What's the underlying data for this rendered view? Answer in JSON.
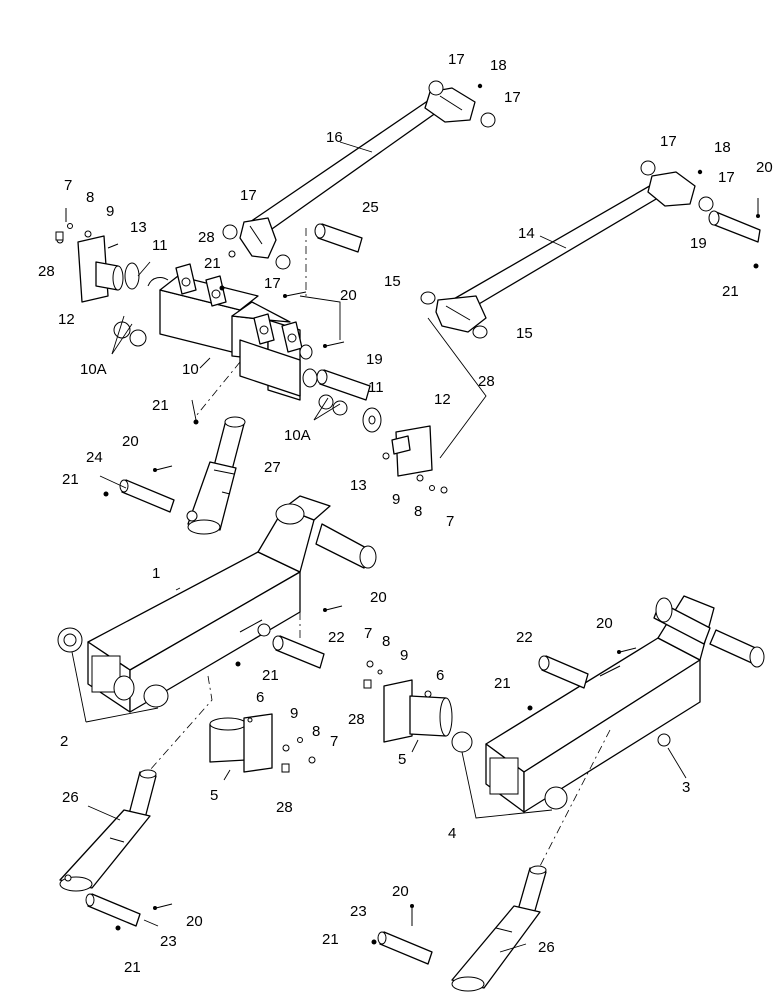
{
  "labels": [
    {
      "id": "c17a",
      "text": "17"
    },
    {
      "id": "c18a",
      "text": "18"
    },
    {
      "id": "c17b",
      "text": "17"
    },
    {
      "id": "c16",
      "text": "16"
    },
    {
      "id": "c17c",
      "text": "17"
    },
    {
      "id": "c18b",
      "text": "18"
    },
    {
      "id": "c20a",
      "text": "20"
    },
    {
      "id": "c17d",
      "text": "17"
    },
    {
      "id": "c7a",
      "text": "7"
    },
    {
      "id": "c8a",
      "text": "8"
    },
    {
      "id": "c9a",
      "text": "9"
    },
    {
      "id": "c17e",
      "text": "17"
    },
    {
      "id": "c25",
      "text": "25"
    },
    {
      "id": "c13a",
      "text": "13"
    },
    {
      "id": "c28a",
      "text": "28"
    },
    {
      "id": "c14",
      "text": "14"
    },
    {
      "id": "c19a",
      "text": "19"
    },
    {
      "id": "c28b",
      "text": "28"
    },
    {
      "id": "c11a",
      "text": "11"
    },
    {
      "id": "c21a",
      "text": "21"
    },
    {
      "id": "c17f",
      "text": "17"
    },
    {
      "id": "c21b",
      "text": "21"
    },
    {
      "id": "c15a",
      "text": "15"
    },
    {
      "id": "c20b",
      "text": "20"
    },
    {
      "id": "c12a",
      "text": "12"
    },
    {
      "id": "c15b",
      "text": "15"
    },
    {
      "id": "c10a1",
      "text": "10A"
    },
    {
      "id": "c10",
      "text": "10"
    },
    {
      "id": "c28c",
      "text": "28"
    },
    {
      "id": "c19b",
      "text": "19"
    },
    {
      "id": "c11b",
      "text": "11"
    },
    {
      "id": "c12b",
      "text": "12"
    },
    {
      "id": "c21c",
      "text": "21"
    },
    {
      "id": "c10a2",
      "text": "10A"
    },
    {
      "id": "c20c",
      "text": "20"
    },
    {
      "id": "c27",
      "text": "27"
    },
    {
      "id": "c24",
      "text": "24"
    },
    {
      "id": "c13b",
      "text": "13"
    },
    {
      "id": "c21d",
      "text": "21"
    },
    {
      "id": "c9b",
      "text": "9"
    },
    {
      "id": "c8b",
      "text": "8"
    },
    {
      "id": "c7b",
      "text": "7"
    },
    {
      "id": "c1",
      "text": "1"
    },
    {
      "id": "c20d",
      "text": "20"
    },
    {
      "id": "c22a",
      "text": "22"
    },
    {
      "id": "c20e",
      "text": "20"
    },
    {
      "id": "c7c",
      "text": "7"
    },
    {
      "id": "c8c",
      "text": "8"
    },
    {
      "id": "c22b",
      "text": "22"
    },
    {
      "id": "c9c",
      "text": "9"
    },
    {
      "id": "c6a",
      "text": "6"
    },
    {
      "id": "c21e",
      "text": "21"
    },
    {
      "id": "c21f",
      "text": "21"
    },
    {
      "id": "c28d",
      "text": "28"
    },
    {
      "id": "c2",
      "text": "2"
    },
    {
      "id": "c6b",
      "text": "6"
    },
    {
      "id": "c9d",
      "text": "9"
    },
    {
      "id": "c8d",
      "text": "8"
    },
    {
      "id": "c5a",
      "text": "5"
    },
    {
      "id": "c7d",
      "text": "7"
    },
    {
      "id": "c5b",
      "text": "5"
    },
    {
      "id": "c3",
      "text": "3"
    },
    {
      "id": "c28e",
      "text": "28"
    },
    {
      "id": "c4",
      "text": "4"
    },
    {
      "id": "c26a",
      "text": "26"
    },
    {
      "id": "c20f",
      "text": "20"
    },
    {
      "id": "c23a",
      "text": "23"
    },
    {
      "id": "c20g",
      "text": "20"
    },
    {
      "id": "c23b",
      "text": "23"
    },
    {
      "id": "c21g",
      "text": "21"
    },
    {
      "id": "c26b",
      "text": "26"
    },
    {
      "id": "c21h",
      "text": "21"
    }
  ]
}
